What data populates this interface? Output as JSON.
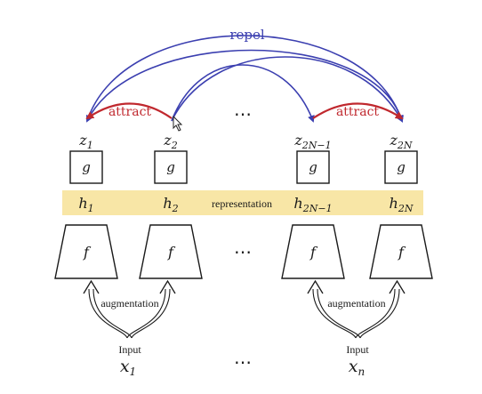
{
  "labels": {
    "repel": "repel",
    "attract": "attract",
    "representation": "representation",
    "augmentation": "augmentation",
    "input": "Input",
    "dots": "⋯"
  },
  "columns": [
    {
      "z_base": "z",
      "z_sub": "1",
      "g": "g",
      "h_base": "h",
      "h_sub": "1",
      "f": "f"
    },
    {
      "z_base": "z",
      "z_sub": "2",
      "g": "g",
      "h_base": "h",
      "h_sub": "2",
      "f": "f"
    },
    {
      "z_base": "z",
      "z_sub": "2N−1",
      "g": "g",
      "h_base": "h",
      "h_sub": "2N−1",
      "f": "f"
    },
    {
      "z_base": "z",
      "z_sub": "2N",
      "g": "g",
      "h_base": "h",
      "h_sub": "2N",
      "f": "f"
    }
  ],
  "inputs": [
    {
      "base": "x",
      "sub": "1"
    },
    {
      "base": "x",
      "sub": "n"
    }
  ],
  "colors": {
    "repel": "#3b3fb0",
    "attract": "#c0282e",
    "band": "#f8e6a6",
    "ink": "#1a1a1a"
  }
}
